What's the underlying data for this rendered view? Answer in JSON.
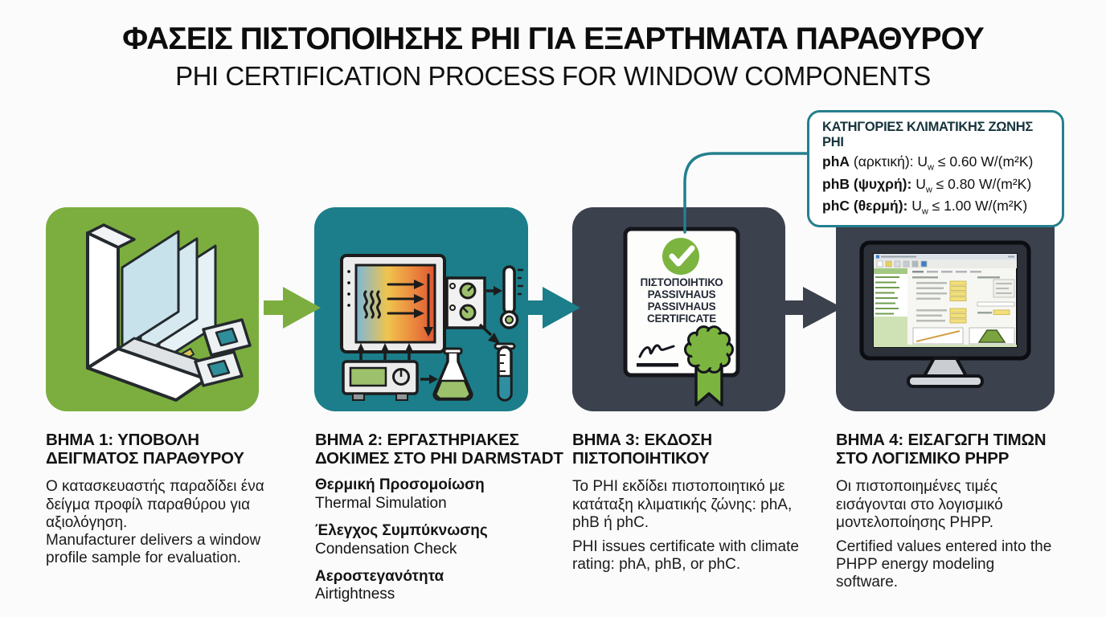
{
  "header": {
    "title_el": "ΦΑΣΕΙΣ ΠΙΣΤΟΠΟΙΗΣΗΣ PHI ΓΙΑ ΕΞΑΡΤΗΜΑΤΑ ΠΑΡΑΘΥΡΟΥ",
    "title_en": "PHI CERTIFICATION PROCESS FOR WINDOW COMPONENTS"
  },
  "climate_box": {
    "title": "ΚΑΤΗΓΟΡΙΕΣ ΚΛΙΜΑΤΙΚΗΣ ΖΩΝΗΣ PHI",
    "lines": [
      {
        "bold": "phA",
        "normal": " (αρκτική): ",
        "u": "U",
        "sub": "w",
        "value": " ≤ 0.60 W/(m²K)"
      },
      {
        "bold": "phB (ψυχρή): ",
        "normal": "",
        "u": "U",
        "sub": "w",
        "value": " ≤ 0.80 W/(m²K)"
      },
      {
        "bold": "phC (θερμή): ",
        "normal": "",
        "u": "U",
        "sub": "w",
        "value": " ≤ 1.00 W/(m²K)"
      }
    ]
  },
  "steps": [
    {
      "heading": "ΒΗΜΑ 1: ΥΠΟΒΟΛΗ ΔΕΙΓΜΑΤΟΣ ΠΑΡΑΘΥΡΟΥ",
      "body_el": "Ο κατασκευαστής παραδίδει ένα δείγμα προφίλ παραθύρου για αξιολόγηση.",
      "body_en": "Manufacturer delivers a window profile sample for evaluation.",
      "accent": "#7cae3f",
      "icon": "window-cross-section-icon"
    },
    {
      "heading": "ΒΗΜΑ 2: ΕΡΓΑΣΤΗΡΙΑΚΕΣ ΔΟΚΙΜΕΣ ΣΤΟ PHI DARMSTADT",
      "items": [
        {
          "el": "Θερμική Προσομοίωση",
          "en": "Thermal Simulation"
        },
        {
          "el": "Έλεγχος Συμπύκνωσης",
          "en": "Condensation Check"
        },
        {
          "el": "Αεροστεγανότητα",
          "en": "Airtightness"
        }
      ],
      "accent": "#1b7e8a",
      "icon": "laboratory-testing-icon"
    },
    {
      "heading": "ΒΗΜΑ 3: ΕΚΔΟΣΗ ΠΙΣΤΟΠΟΙΗΤΙΚΟΥ",
      "body_el": "Το PHI εκδίδει πιστοποιητικό με κατάταξη κλιματικής ζώνης: phA, phB ή phC.",
      "body_en": "PHI issues certificate with climate rating: phA, phB, or phC.",
      "certificate_lines": [
        "ΠΙΣΤΟΠΟΙΗΤΙΚΟ",
        "PASSIVHAUS",
        "PASSIVHAUS",
        "CERTIFICATE"
      ],
      "accent": "#3b414d",
      "icon": "passivhaus-certificate-icon"
    },
    {
      "heading": "ΒΗΜΑ 4: ΕΙΣΑΓΩΓΗ ΤΙΜΩΝ ΣΤΟ ΛΟΓΙΣΜΙΚΟ PHPP",
      "body_el": "Οι πιστοποιημένες τιμές εισάγονται στο λογισμικό μοντελοποίησης PHPP.",
      "body_en": "Certified values entered into the PHPP energy modeling software.",
      "accent": "#3b414d",
      "icon": "phpp-software-icon"
    }
  ],
  "colors": {
    "step_green": "#7cae3f",
    "step_teal": "#1b7e8a",
    "step_dark": "#3b414d",
    "callout_border": "#257f8d",
    "check_green": "#7cb440",
    "background": "#fbfbfb"
  }
}
